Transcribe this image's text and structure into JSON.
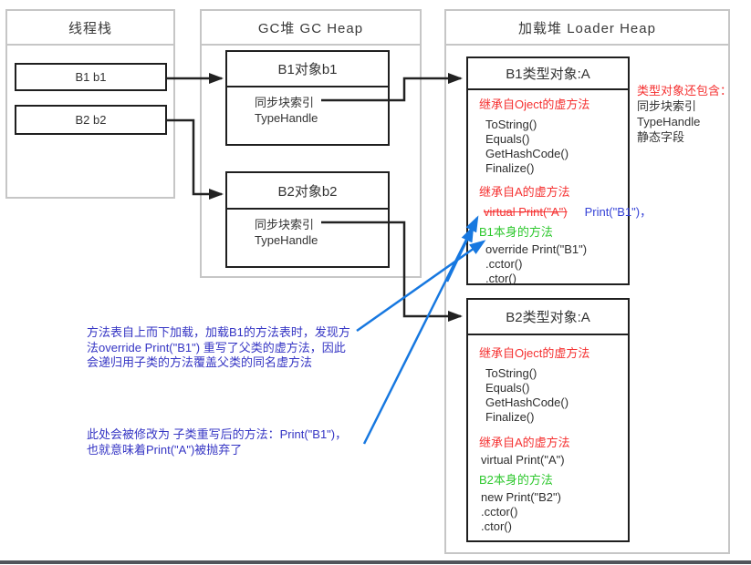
{
  "colors": {
    "red_text": "#f53131",
    "green_text": "#2ec82e",
    "blue_arrow": "#1778e0",
    "annotation_blue": "#3535c4",
    "replacement_blue": "#3340d6",
    "box_border": "#1f1f1f",
    "container_border": "#c6c6c6"
  },
  "thread_stack": {
    "title": "线程栈",
    "items": [
      "B1 b1",
      "B2 b2"
    ]
  },
  "gc_heap": {
    "title": "GC堆 GC Heap",
    "objects": [
      {
        "title": "B1对象b1",
        "fields": [
          "同步块索引",
          "TypeHandle"
        ]
      },
      {
        "title": "B2对象b2",
        "fields": [
          "同步块索引",
          "TypeHandle"
        ]
      }
    ]
  },
  "loader_heap": {
    "title": "加载堆 Loader Heap",
    "types": [
      {
        "title": "B1类型对象:A",
        "object_section_label": "继承自Oject的虚方法",
        "object_methods": [
          "ToString()",
          "Equals()",
          "GetHashCode()",
          "Finalize()"
        ],
        "a_section_label": "继承自A的虚方法",
        "a_method_struck": "virtual Print(\"A\")",
        "a_method_replacement": "Print(\"B1\")，",
        "own_section_label": "B1本身的方法",
        "own_methods": [
          "override Print(\"B1\")",
          ".cctor()",
          ".ctor()"
        ]
      },
      {
        "title": "B2类型对象:A",
        "object_section_label": "继承自Oject的虚方法",
        "object_methods": [
          "ToString()",
          "Equals()",
          "GetHashCode()",
          "Finalize()"
        ],
        "a_section_label": "继承自A的虚方法",
        "a_methods": [
          "virtual Print(\"A\")"
        ],
        "own_section_label": "B2本身的方法",
        "own_methods": [
          "new Print(\"B2\")",
          ".cctor()",
          ".ctor()"
        ]
      }
    ]
  },
  "side_note": {
    "heading": "类型对象还包含：",
    "lines": [
      "同步块索引",
      "TypeHandle",
      "静态字段"
    ]
  },
  "annotations": {
    "note1_lines": [
      "方法表自上而下加载，加载B1的方法表时，发现方",
      "法override Print(\"B1\") 重写了父类的虚方法，因此",
      "会递归用子类的方法覆盖父类的同名虚方法"
    ],
    "note2_lines": [
      "此处会被修改为 子类重写后的方法：Print(\"B1\")，",
      "也就意味着Print(\"A\")被抛弃了"
    ]
  }
}
